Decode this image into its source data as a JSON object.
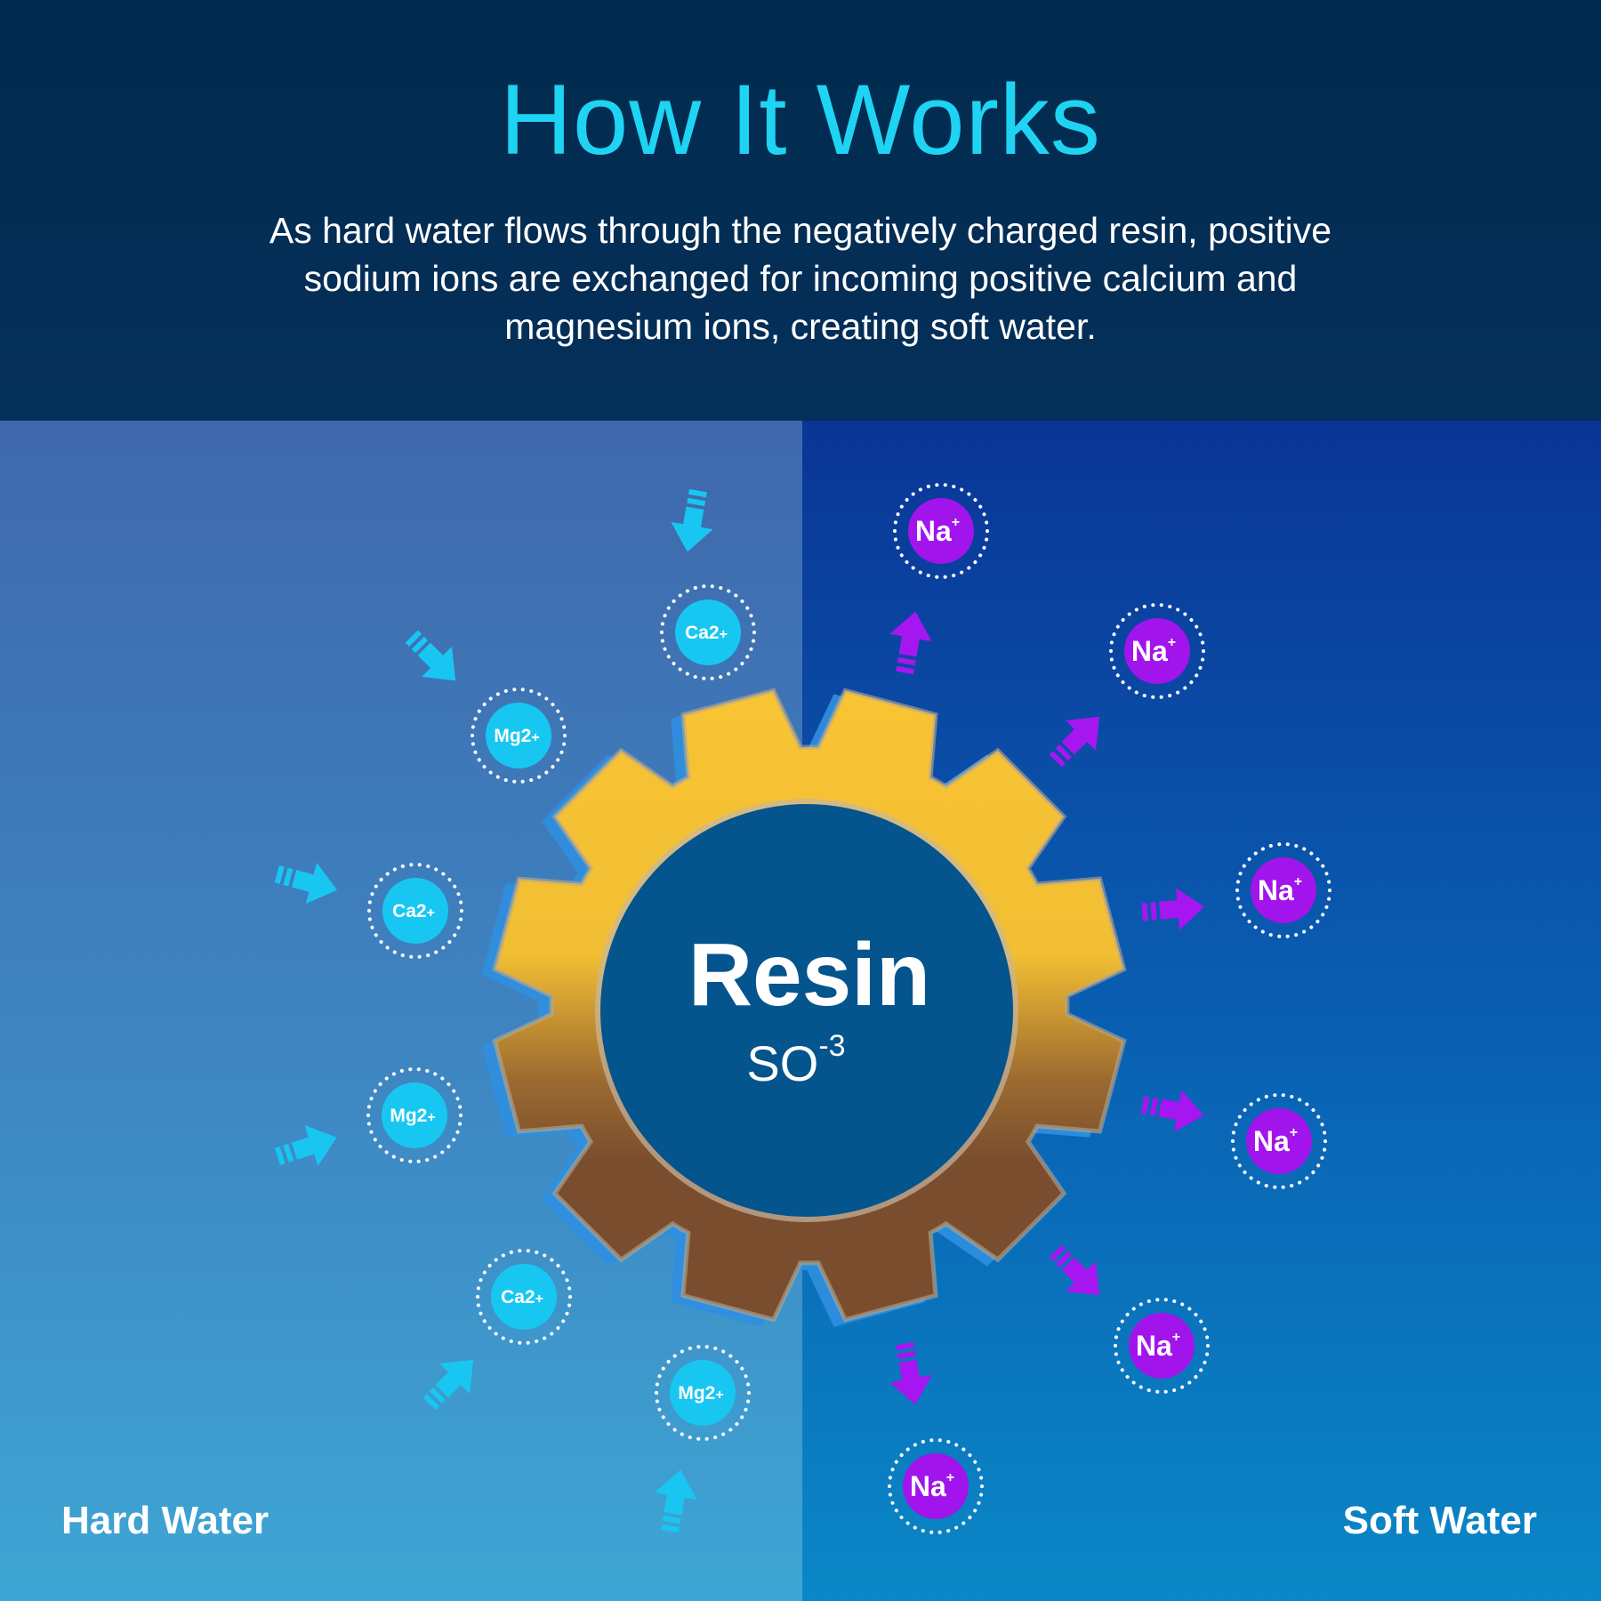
{
  "header": {
    "title": "How It Works",
    "description": "As hard water flows through the negatively charged resin, positive sodium ions are exchanged for incoming positive calcium and magnesium ions, creating soft water."
  },
  "gear": {
    "label": "Resin",
    "formula": "SO",
    "formula_superscript": "-3"
  },
  "hard_ions": [
    {
      "base": "Ca2",
      "charge": "+"
    },
    {
      "base": "Mg2",
      "charge": "+"
    },
    {
      "base": "Ca2",
      "charge": "+"
    },
    {
      "base": "Mg2",
      "charge": "+"
    },
    {
      "base": "Ca2",
      "charge": "+"
    },
    {
      "base": "Mg2",
      "charge": "+"
    }
  ],
  "soft_ions": [
    {
      "base": "Na",
      "charge": "+"
    },
    {
      "base": "Na",
      "charge": "+"
    },
    {
      "base": "Na",
      "charge": "+"
    },
    {
      "base": "Na",
      "charge": "+"
    },
    {
      "base": "Na",
      "charge": "+"
    },
    {
      "base": "Na",
      "charge": "+"
    }
  ],
  "labels": {
    "hard": "Hard Water",
    "soft": "Soft Water"
  },
  "colors": {
    "hard_ion": "#17C7F1",
    "soft_ion": "#A114EC",
    "gear_top": "#F8C434",
    "gear_bottom": "#7A4D2E",
    "resin_core": "#04548E"
  }
}
